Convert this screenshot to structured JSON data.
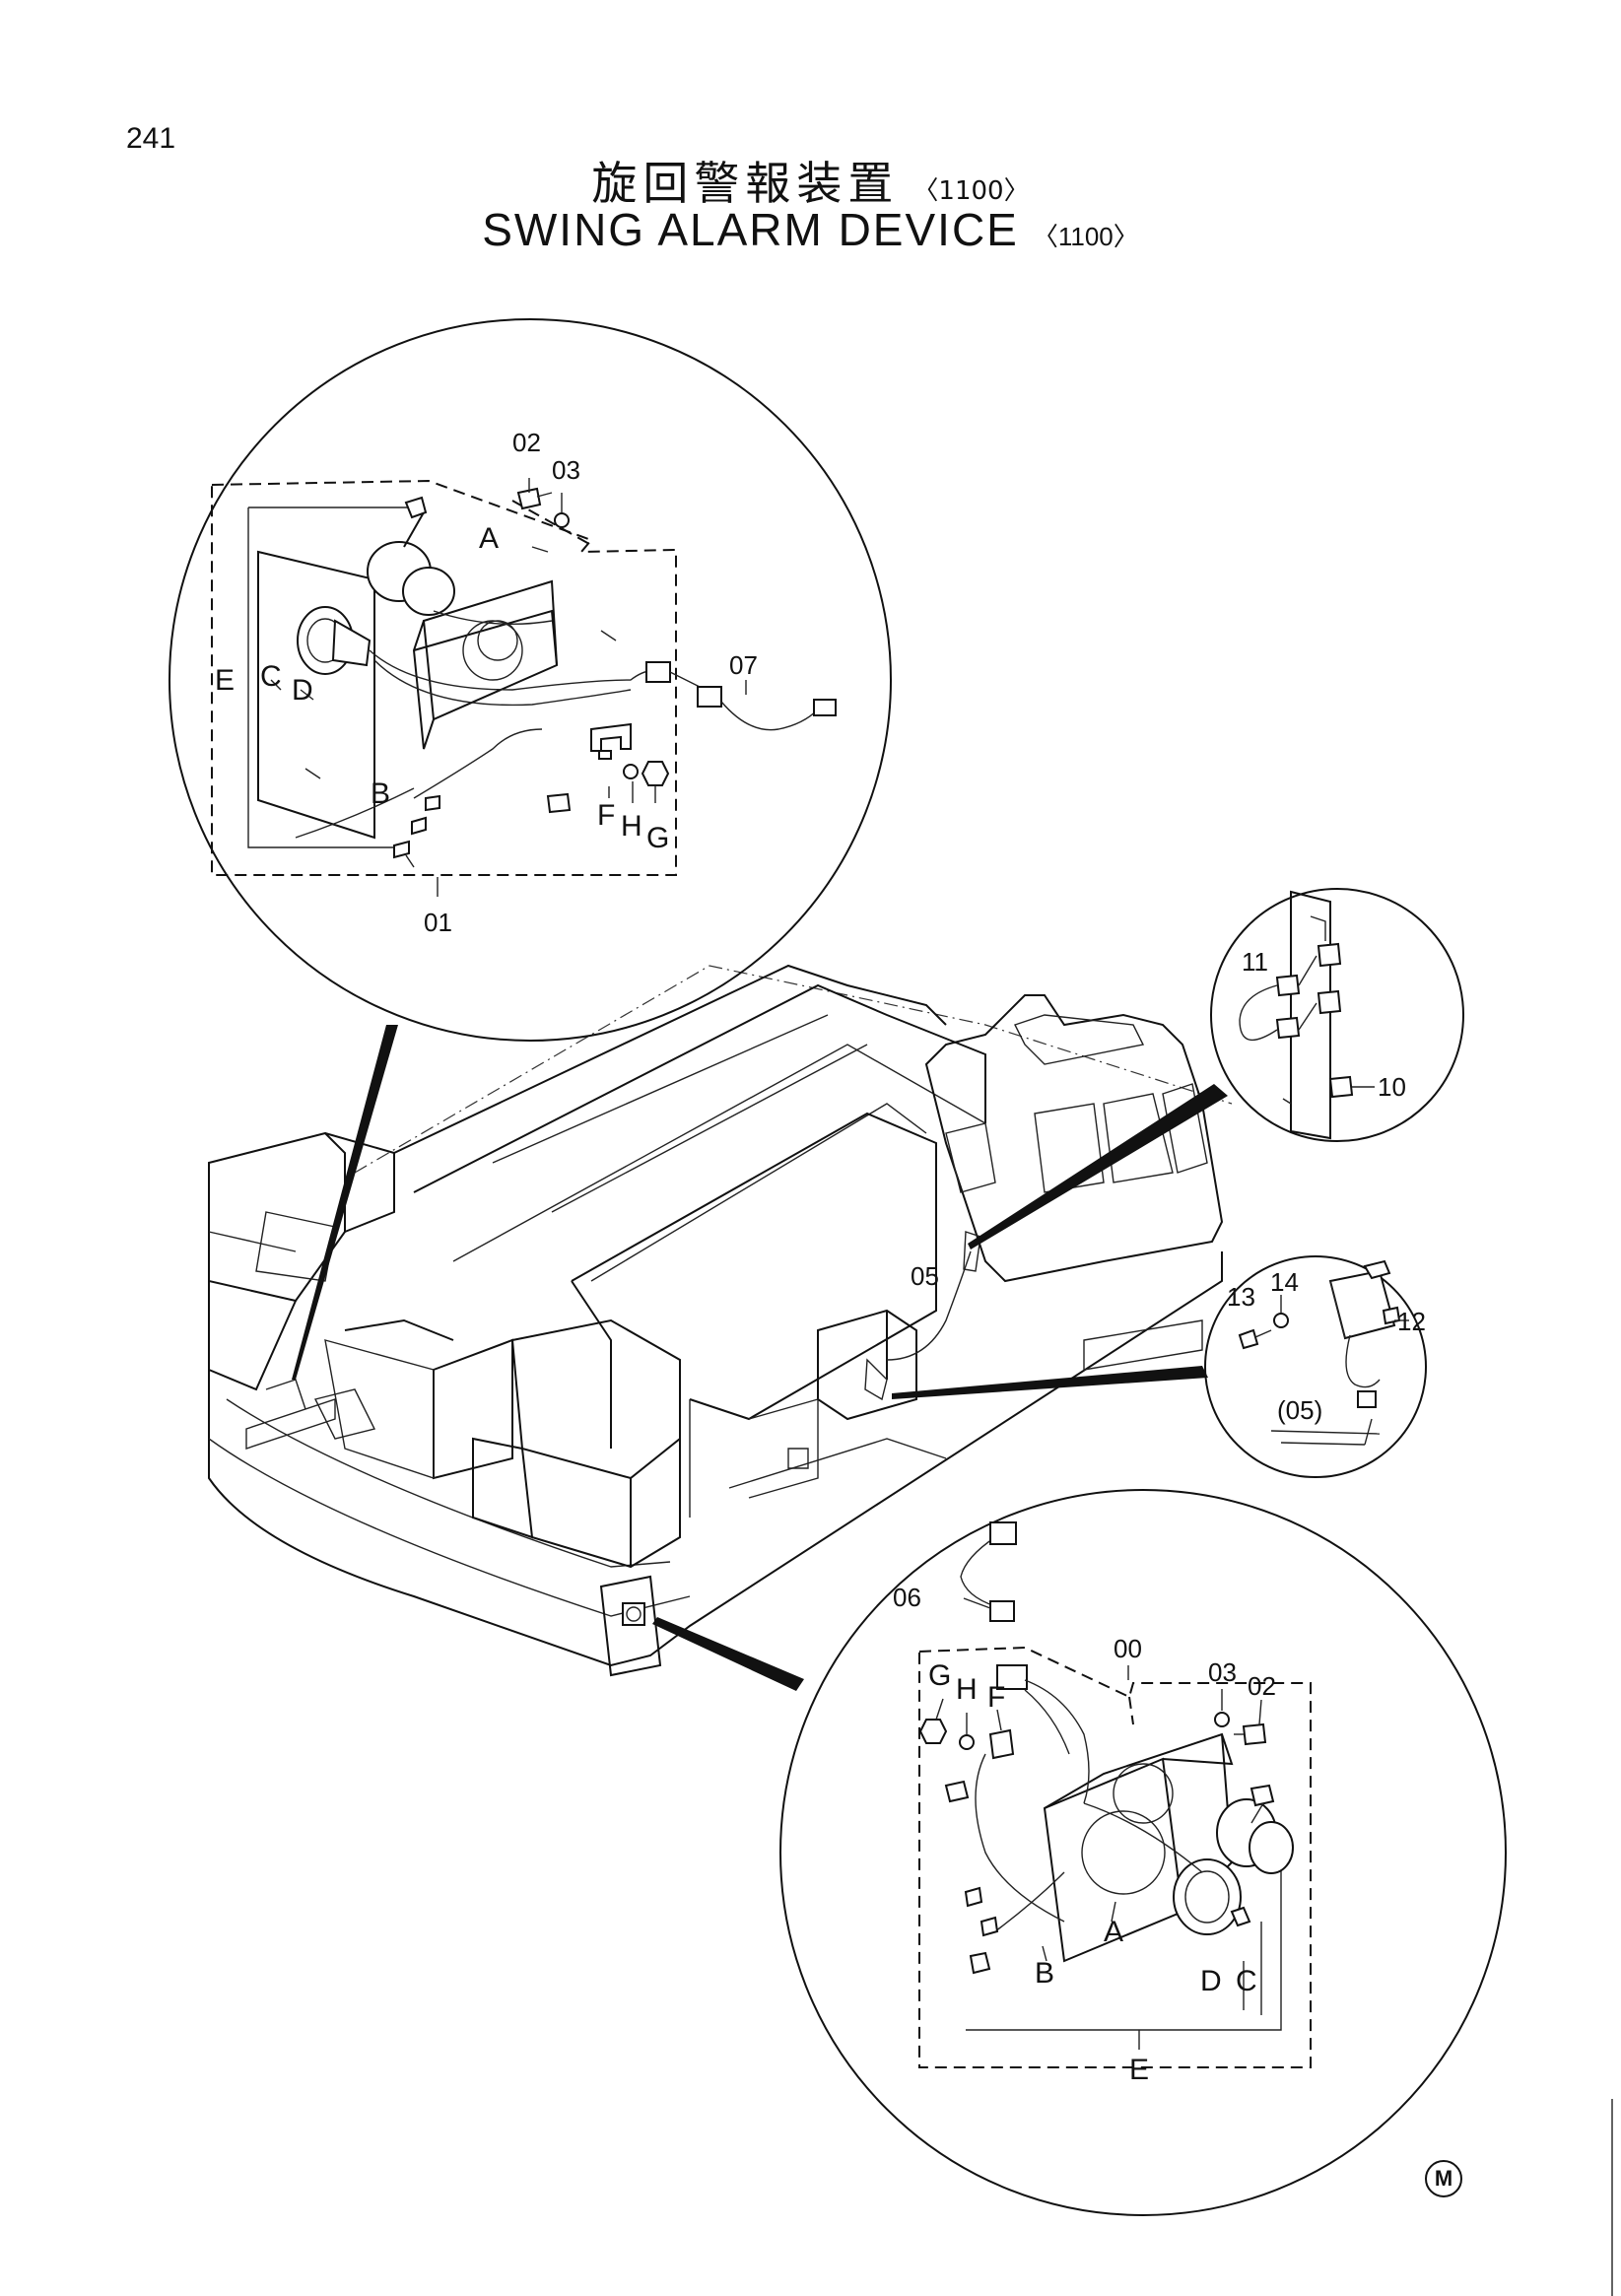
{
  "page_number": "241",
  "title": {
    "japanese": "旋回警報装置",
    "english": "SWING  ALARM  DEVICE",
    "code": "〈1100〉"
  },
  "detail_top": {
    "assembly": "01",
    "labels": [
      "02",
      "03",
      "A",
      "07",
      "E",
      "C",
      "D",
      "B",
      "F",
      "H",
      "G"
    ]
  },
  "detail_right_upper": {
    "labels": [
      "11",
      "10"
    ]
  },
  "detail_right_lower": {
    "labels": [
      "14",
      "13",
      "12",
      "(05)"
    ]
  },
  "main_view": {
    "labels": [
      "05"
    ]
  },
  "detail_bottom": {
    "assembly": "00",
    "labels": [
      "06",
      "03",
      "02",
      "G",
      "H",
      "F",
      "A",
      "B",
      "D",
      "C",
      "E"
    ]
  },
  "footer_mark": "M"
}
